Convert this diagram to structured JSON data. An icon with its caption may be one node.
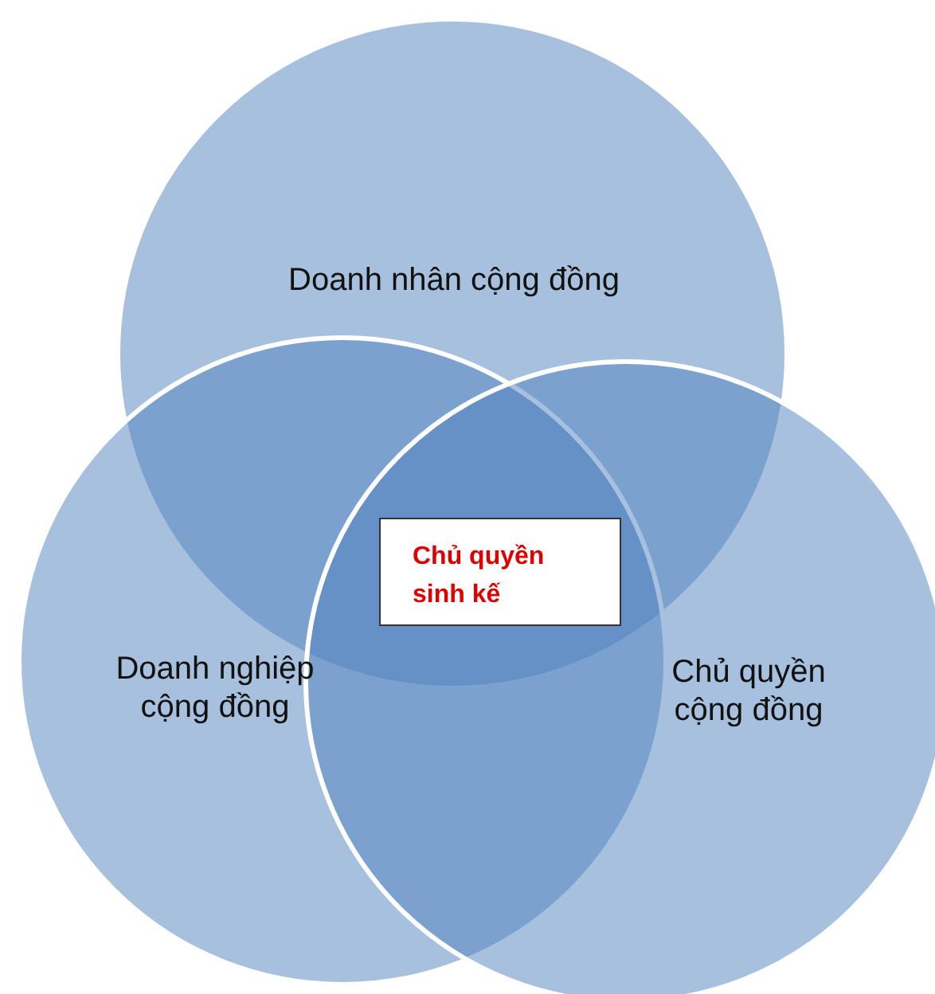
{
  "diagram": {
    "nodes": [
      {
        "text": [
          "Doanh nhân cộng đồng"
        ]
      },
      {
        "text": [
          "Doanh nghiệp cộng đồng"
        ]
      },
      {
        "text": [
          "Chủ quyền cộng đồng"
        ]
      },
      {
        "text": [
          "Chủ quyền sinh kế"
        ]
      }
    ]
  }
}
